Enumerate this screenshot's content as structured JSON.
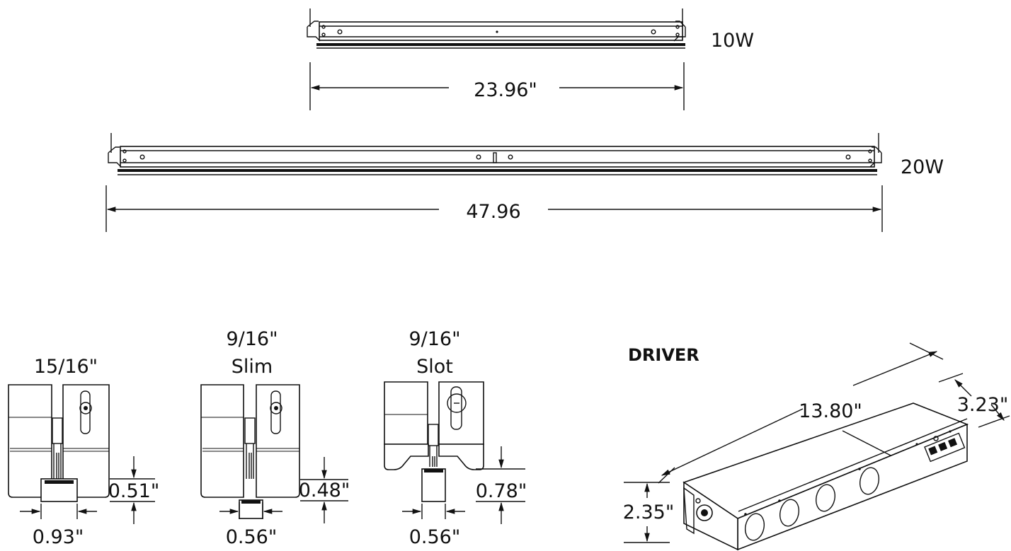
{
  "fixtures": [
    {
      "watt_label": "10W",
      "length_label": "23.96\""
    },
    {
      "watt_label": "20W",
      "length_label": "47.96"
    }
  ],
  "grid_profiles": [
    {
      "title_lines": [
        "15/16\""
      ],
      "height_label": "0.51\"",
      "width_label": "0.93\""
    },
    {
      "title_lines": [
        "9/16\"",
        "Slim"
      ],
      "height_label": "0.48\"",
      "width_label": "0.56\""
    },
    {
      "title_lines": [
        "9/16\"",
        "Slot"
      ],
      "height_label": "0.78\"",
      "width_label": "0.56\""
    }
  ],
  "driver": {
    "title": "DRIVER",
    "length_label": "13.80\"",
    "depth_label": "3.23\"",
    "height_label": "2.35\""
  }
}
